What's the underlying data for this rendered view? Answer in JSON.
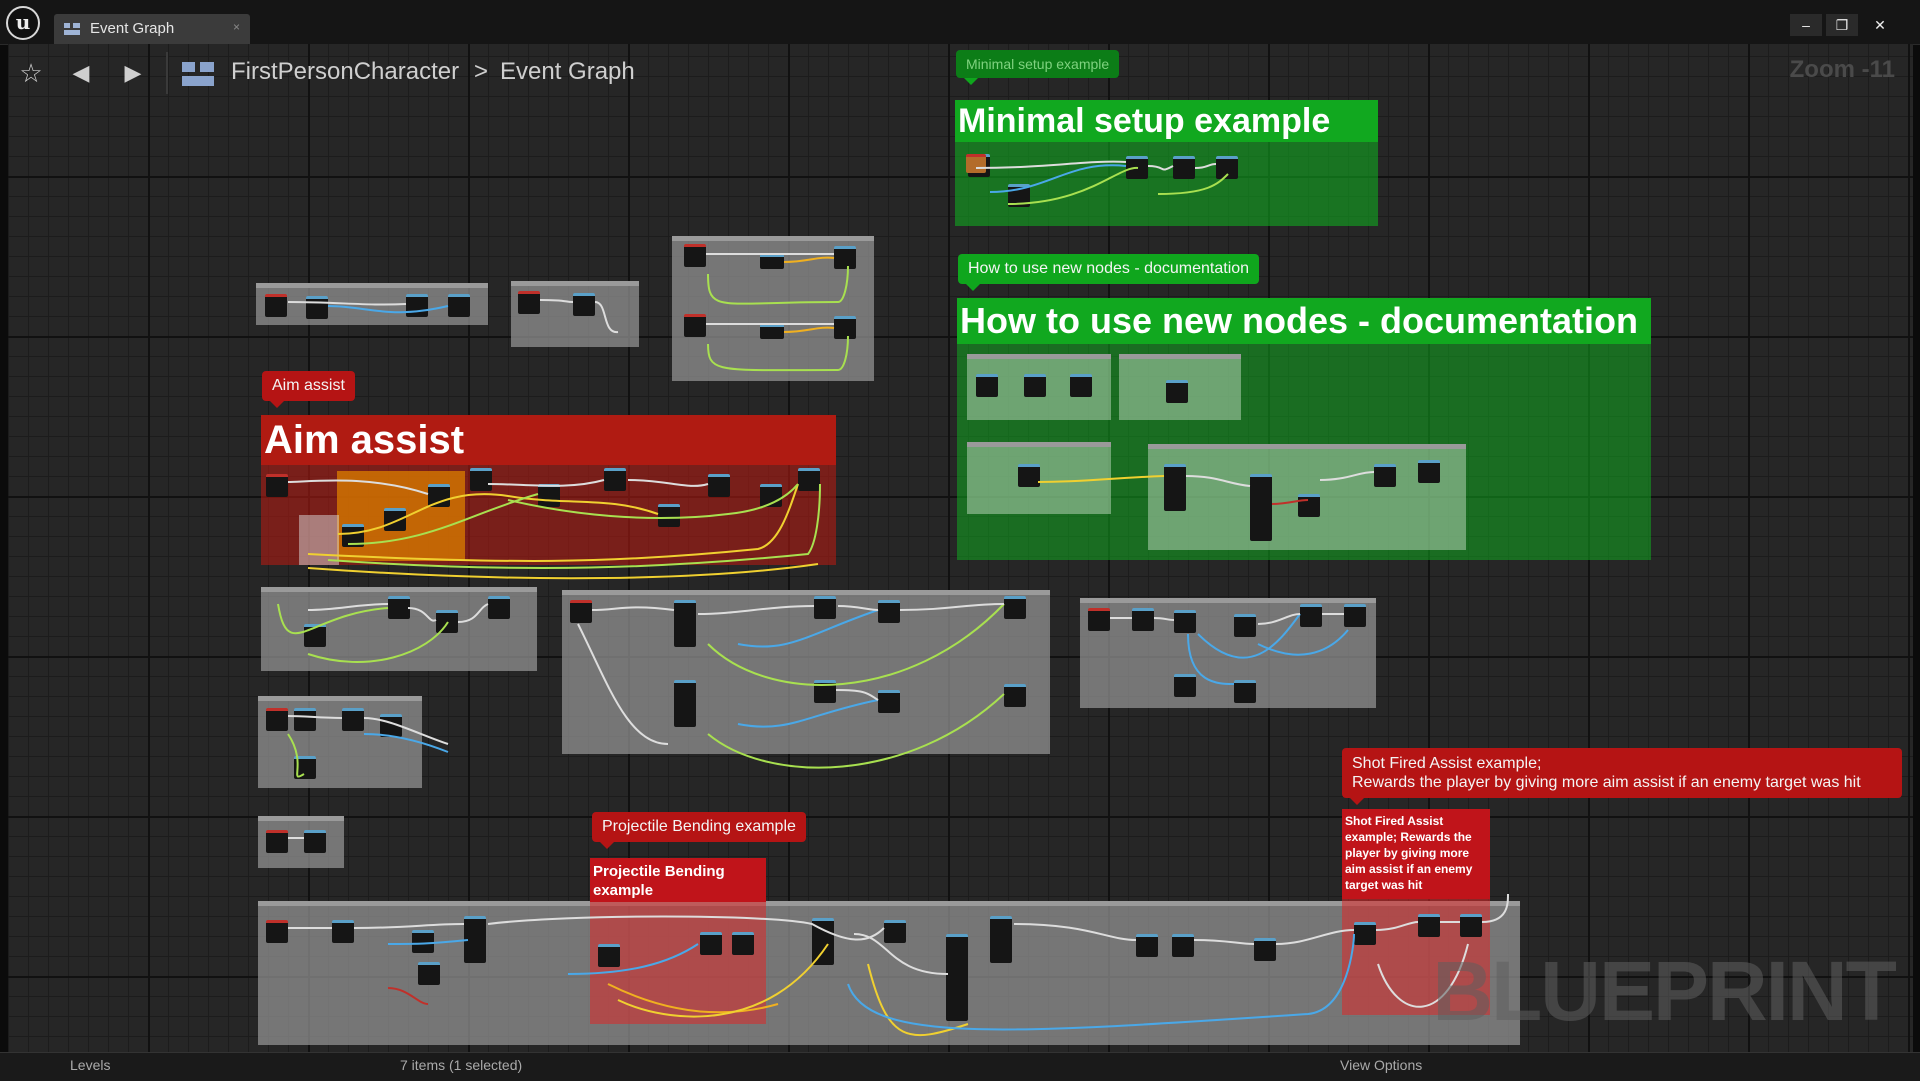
{
  "window": {
    "tab_label": "Event Graph",
    "tab_close": "×",
    "logo": "u",
    "controls": {
      "minimize": "–",
      "restore": "❐",
      "close": "✕"
    }
  },
  "toolbar": {
    "star_icon": "☆",
    "back_icon": "◀",
    "forward_icon": "▶",
    "breadcrumb": {
      "root": "FirstPersonCharacter",
      "separator": ">",
      "current": "Event Graph"
    },
    "zoom": "Zoom -11"
  },
  "comments": {
    "minimal": {
      "bubble": "Minimal setup example",
      "title": "Minimal setup example",
      "color": "#11a81f"
    },
    "docs": {
      "bubble": "How to use new nodes - documentation",
      "title": "How to use new nodes - documentation",
      "color": "#11a81f"
    },
    "aim": {
      "bubble": "Aim assist",
      "title": "Aim assist",
      "color": "#b01b12"
    },
    "projectile": {
      "bubble": "Projectile Bending example",
      "title": "Projectile Bending example"
    },
    "shot": {
      "bubble_line1": "Shot Fired Assist example;",
      "bubble_line2": "Rewards the player by giving more aim assist if an enemy target was hit",
      "title": "Shot Fired Assist example; Rewards the player by giving more aim assist if an enemy target was hit"
    }
  },
  "watermark": "BLUEPRINT",
  "statusbar": {
    "levels": "Levels",
    "items": "7 items (1 selected)",
    "view_options": "View Options"
  }
}
